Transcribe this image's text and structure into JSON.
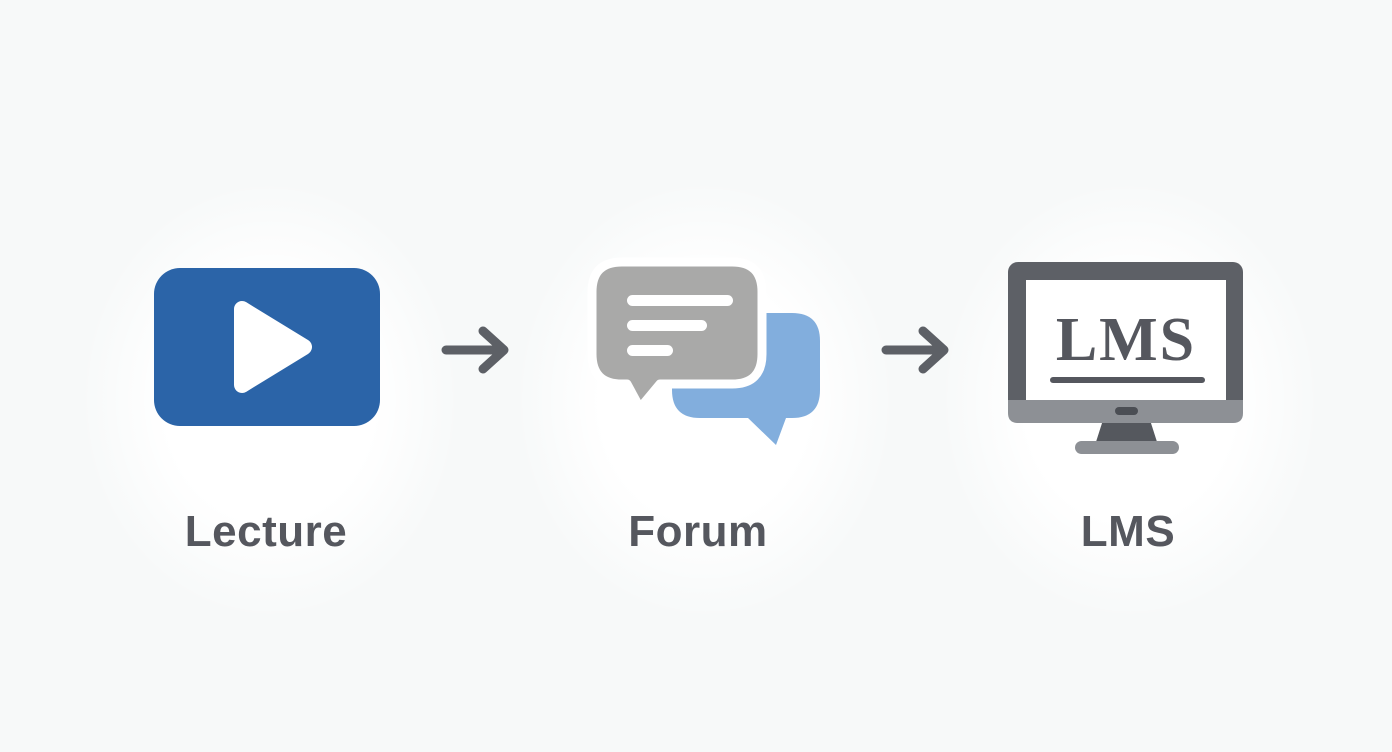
{
  "diagram": {
    "background_color": "#f7f9f9",
    "arrow_color": "#5d6066",
    "label_color": "#55575e",
    "nodes": [
      {
        "label": "Lecture",
        "icon": "video-play-icon",
        "colors": {
          "body": "#2b64a8",
          "symbol": "#ffffff"
        }
      },
      {
        "label": "Forum",
        "icon": "chat-bubbles-icon",
        "colors": {
          "back_bubble": "#a9a9a8",
          "front_bubble": "#82aedd",
          "text_lines": "#ffffff"
        }
      },
      {
        "label": "LMS",
        "icon": "monitor-icon",
        "screen_text": "LMS",
        "colors": {
          "frame": "#5d6066",
          "bezel": "#8d9095",
          "stand": "#55585e",
          "base": "#8d9095",
          "screen": "#ffffff",
          "screen_text": "#55575e",
          "power_button": "#4b4e54"
        }
      }
    ],
    "connectors": [
      {
        "type": "arrow-right",
        "from": "Lecture",
        "to": "Forum"
      },
      {
        "type": "arrow-right",
        "from": "Forum",
        "to": "LMS"
      }
    ]
  }
}
